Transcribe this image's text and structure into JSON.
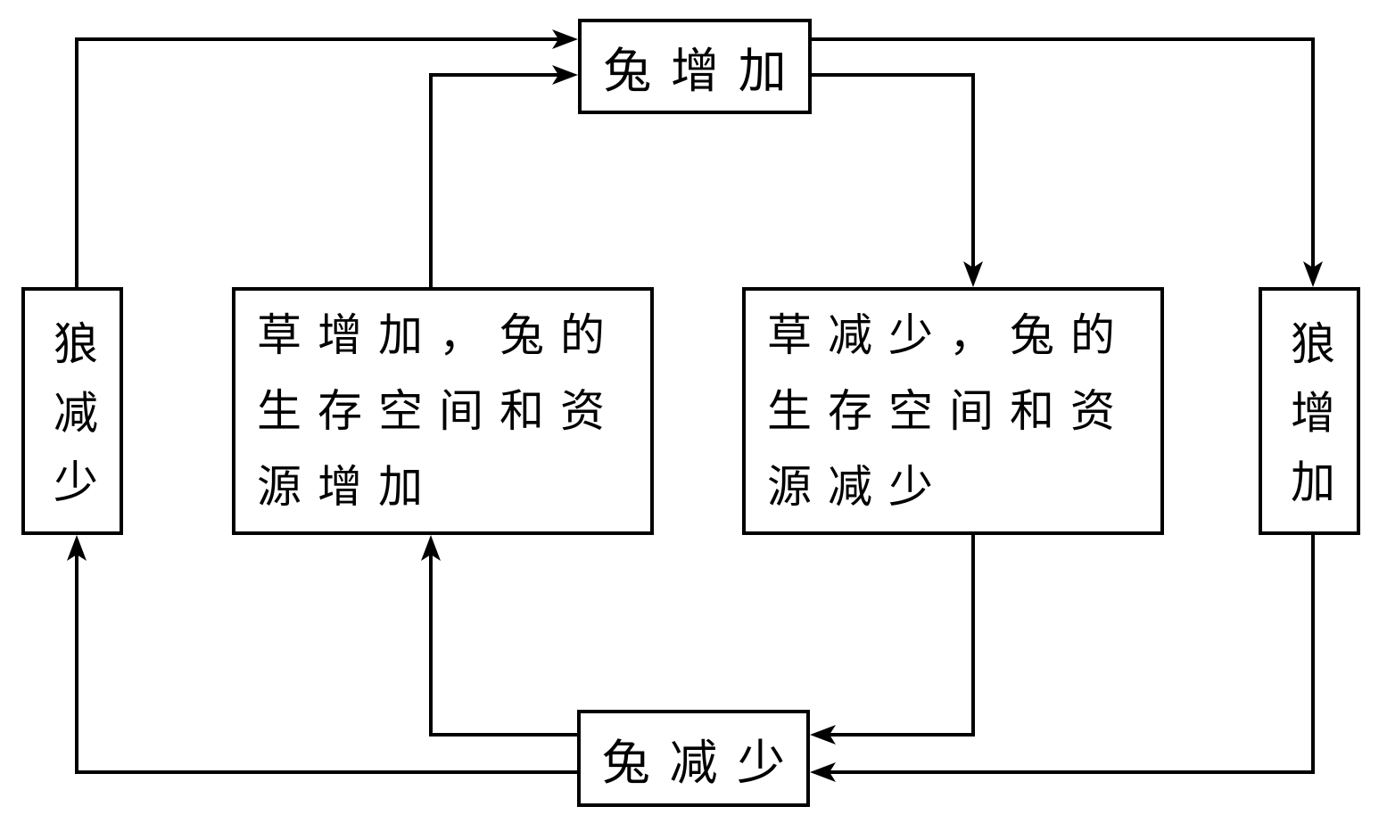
{
  "diagram": {
    "description_colors": {
      "line": "#000000",
      "background": "#ffffff",
      "text": "#000000"
    }
  },
  "nodes": {
    "rabbit_increase": {
      "label": "兔增加"
    },
    "rabbit_decrease": {
      "label": "兔减少"
    },
    "wolf_decrease": {
      "label": "狼减少"
    },
    "wolf_increase": {
      "label": "狼增加"
    },
    "grass_increase": {
      "text": "草增加，兔的生存空间和资源增加",
      "lines": [
        "草增加，兔的",
        "生存空间和资",
        "源增加"
      ]
    },
    "grass_decrease": {
      "text": "草减少，兔的生存空间和资源减少",
      "lines": [
        "草减少，兔的",
        "生存空间和资",
        "源减少"
      ]
    }
  },
  "edges": [
    {
      "from": "wolf_decrease",
      "to": "rabbit_increase"
    },
    {
      "from": "grass_increase",
      "to": "rabbit_increase"
    },
    {
      "from": "rabbit_increase",
      "to": "grass_decrease"
    },
    {
      "from": "rabbit_increase",
      "to": "wolf_increase"
    },
    {
      "from": "grass_decrease",
      "to": "rabbit_decrease"
    },
    {
      "from": "wolf_increase",
      "to": "rabbit_decrease"
    },
    {
      "from": "rabbit_decrease",
      "to": "grass_increase"
    },
    {
      "from": "rabbit_decrease",
      "to": "wolf_decrease"
    }
  ]
}
